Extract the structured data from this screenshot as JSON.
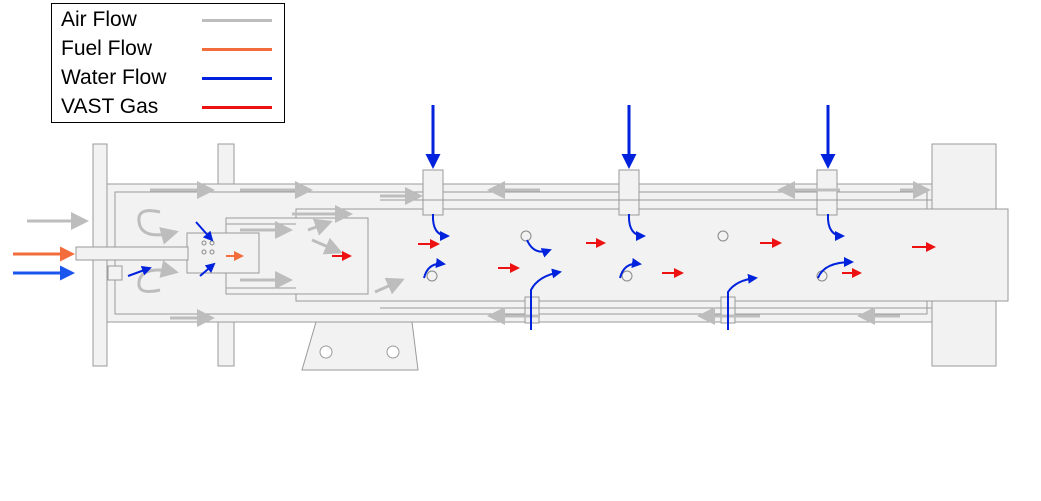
{
  "legend": {
    "items": [
      {
        "label": "Air Flow",
        "color": "#bdbdbd"
      },
      {
        "label": "Fuel Flow",
        "color": "#f26c3c"
      },
      {
        "label": "Water Flow",
        "color": "#0022dd"
      },
      {
        "label": "VAST Gas",
        "color": "#ee1111"
      }
    ]
  },
  "colors": {
    "structure": "#9a9a9a",
    "structure_fill": "#f2f2f2",
    "air": "#bdbdbd",
    "fuel": "#f26c3c",
    "water": "#0022dd",
    "inlet_blue": "#1a55ee",
    "vast": "#ee1111"
  }
}
